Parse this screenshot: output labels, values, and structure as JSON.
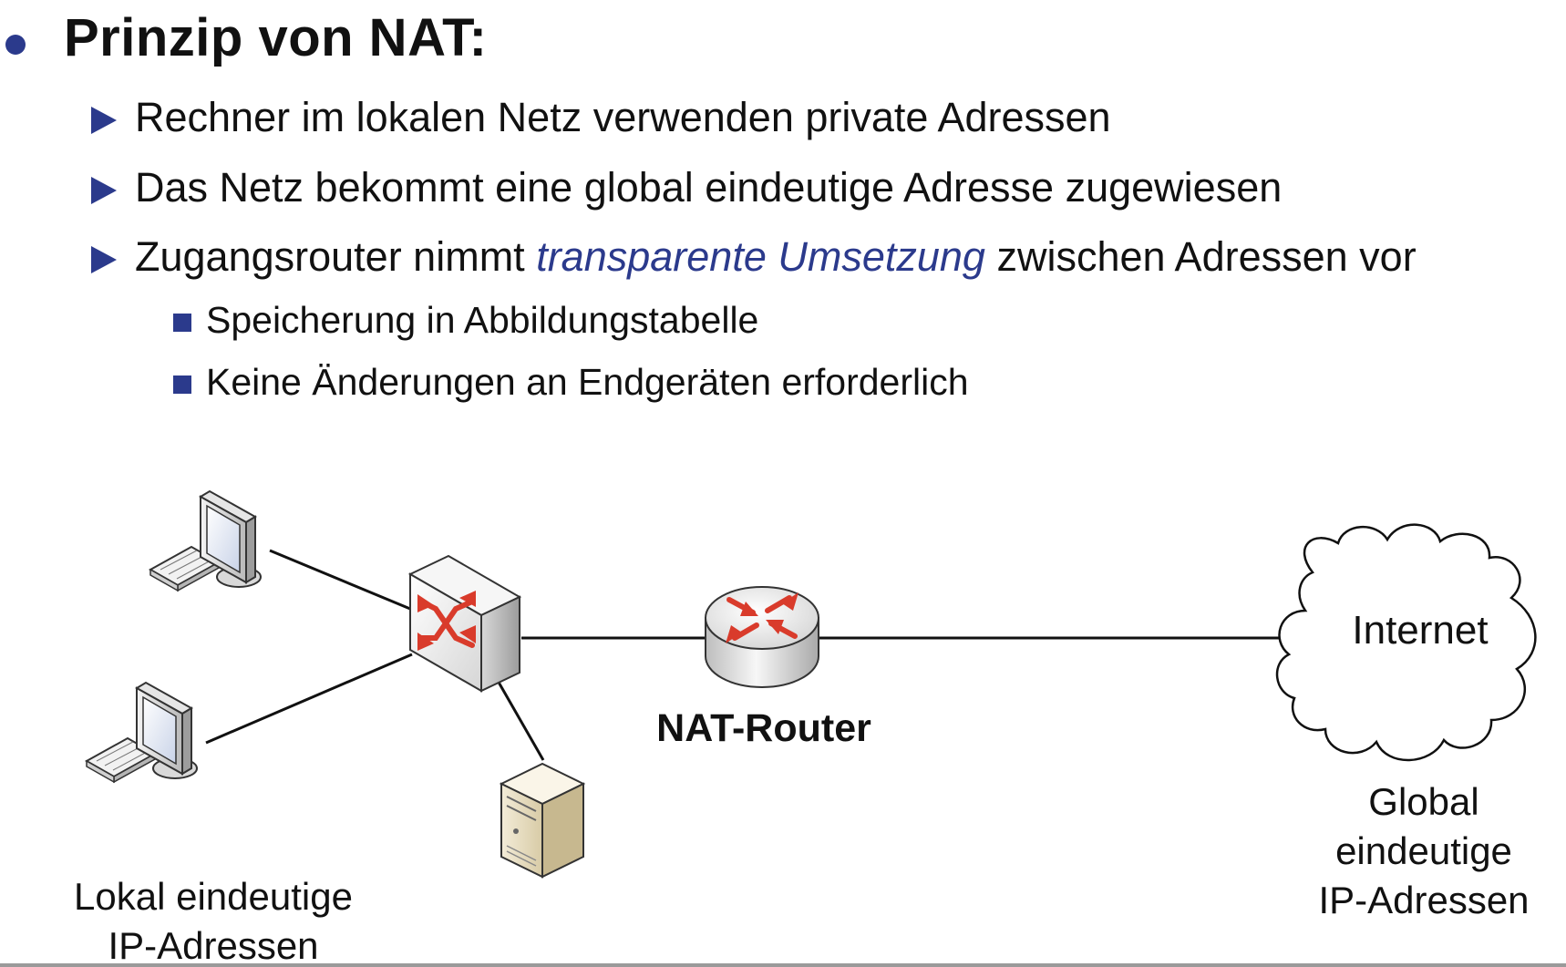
{
  "slide": {
    "title": "Prinzip von NAT:",
    "bullets": [
      {
        "text": "Rechner im lokalen Netz verwenden private Adressen"
      },
      {
        "text": "Das Netz bekommt eine global eindeutige Adresse zugewiesen"
      },
      {
        "before": "Zugangsrouter nimmt ",
        "emphasis": "transparente Umsetzung",
        "after": " zwischen Adressen vor"
      }
    ],
    "subbullets": [
      "Speicherung in Abbildungstabelle",
      "Keine Änderungen an Endgeräten erforderlich"
    ]
  },
  "diagram": {
    "nodes": {
      "pc_top": {
        "icon": "desktop-computer-icon"
      },
      "pc_bottom": {
        "icon": "desktop-computer-icon"
      },
      "switch": {
        "icon": "switch-icon"
      },
      "server": {
        "icon": "server-tower-icon"
      },
      "router": {
        "icon": "router-icon",
        "label": "NAT-Router"
      },
      "cloud": {
        "icon": "cloud-icon",
        "label": "Internet"
      }
    },
    "local_label": [
      "Lokal eindeutige",
      "IP-Adressen"
    ],
    "global_label": [
      "Global",
      "eindeutige",
      "IP-Adressen"
    ]
  },
  "colors": {
    "accent": "#2b3a8c",
    "arrow_red": "#d93b2b"
  }
}
